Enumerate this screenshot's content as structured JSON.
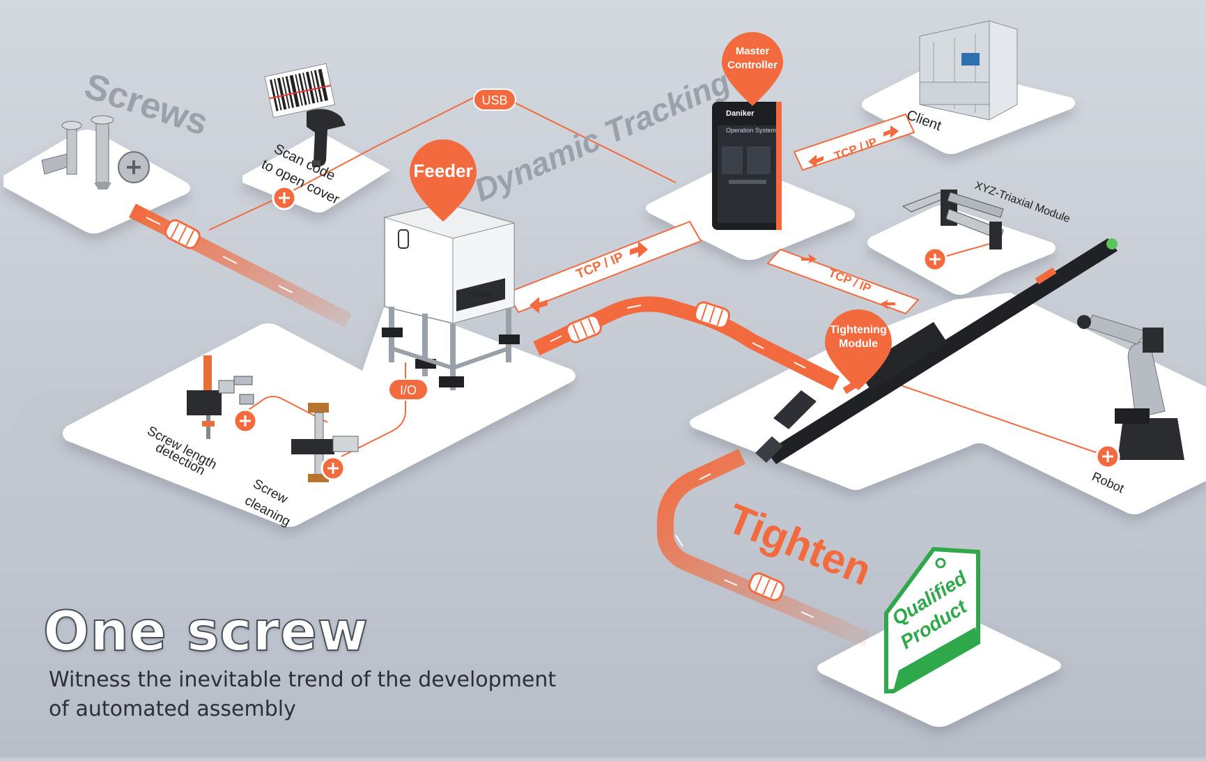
{
  "colors": {
    "accent": "#f26a3d",
    "platform": "#ffffff",
    "background": "#c9ced6",
    "qualified_green": "#2ea84a",
    "ghost_text": "#9aa1ab"
  },
  "labels": {
    "screws": "Screws",
    "dynamic_tracking": "Dynamic Tracking",
    "usb": "USB",
    "io": "I/O",
    "tcp_ip": "TCP / IP",
    "tighten": "Tighten"
  },
  "pins": {
    "feeder": "Feeder",
    "master_controller": [
      "Master",
      "Controller"
    ],
    "tightening_module": [
      "Tightening",
      "Module"
    ]
  },
  "nodes": {
    "scan_code": [
      "Scan code",
      "to open cover"
    ],
    "client": "Client",
    "xyz_module": "XYZ-Triaxial Module",
    "robot": "Robot",
    "screw_length": [
      "Screw length",
      "detection"
    ],
    "screw_cleaning": [
      "Screw",
      "cleaning"
    ]
  },
  "device": {
    "brand": "Daniker",
    "screen_title": "Operation System"
  },
  "qualified": [
    "Qualified",
    "Product"
  ],
  "footer": {
    "headline": "One screw",
    "subline": "Witness the inevitable trend of the development of automated assembly"
  },
  "icons": [
    "plus-icon",
    "screw-icon",
    "barcode-icon",
    "scanner-icon",
    "robot-arm-icon",
    "tag-icon"
  ]
}
